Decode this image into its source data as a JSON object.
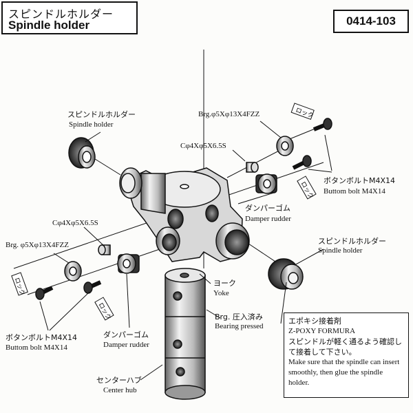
{
  "title": {
    "japanese": "スピンドルホルダー",
    "english": "Spindle holder"
  },
  "part_number": "0414-103",
  "labels": {
    "spindle_holder_top_jp": "スピンドルホルダー",
    "spindle_holder_top_en": "Spindle holder",
    "bearing_top": "Brg.φ5Xφ13X4FZZ",
    "collar_top": "Cφ4Xφ5X6.5S",
    "bolt_right_jp": "ボタンボルトM4X14",
    "bolt_right_en": "Buttom bolt M4X14",
    "damper_right_jp": "ダンパーゴム",
    "damper_right_en": "Damper rudder",
    "collar_left": "Cφ4Xφ5X6.5S",
    "bearing_left": "Brg. φ5Xφ13X4FZZ",
    "spindle_holder_right_jp": "スピンドルホルダー",
    "spindle_holder_right_en": "Spindle holder",
    "yoke_jp": "ヨーク",
    "yoke_en": "Yoke",
    "bearing_pressed_jp": "Brg. 圧入済み",
    "bearing_pressed_en": "Bearing pressed",
    "bolt_left_jp": "ボタンボルトM4X14",
    "bolt_left_en": "Buttom bolt M4X14",
    "damper_left_jp": "ダンパーゴム",
    "damper_left_en": "Damper rudder",
    "center_hub_jp": "センターハブ",
    "center_hub_en": "Center hub",
    "loctite_tag": "ロック"
  },
  "note": {
    "heading_jp": "エポキシ接着剤",
    "heading_en": "Z-POXY FORMURA",
    "body_jp": "スピンドルが軽く通るよう確認して接着して下さい。",
    "body_en": "Make sure that the spindle can insert smoothly, then glue the spindle holder."
  }
}
